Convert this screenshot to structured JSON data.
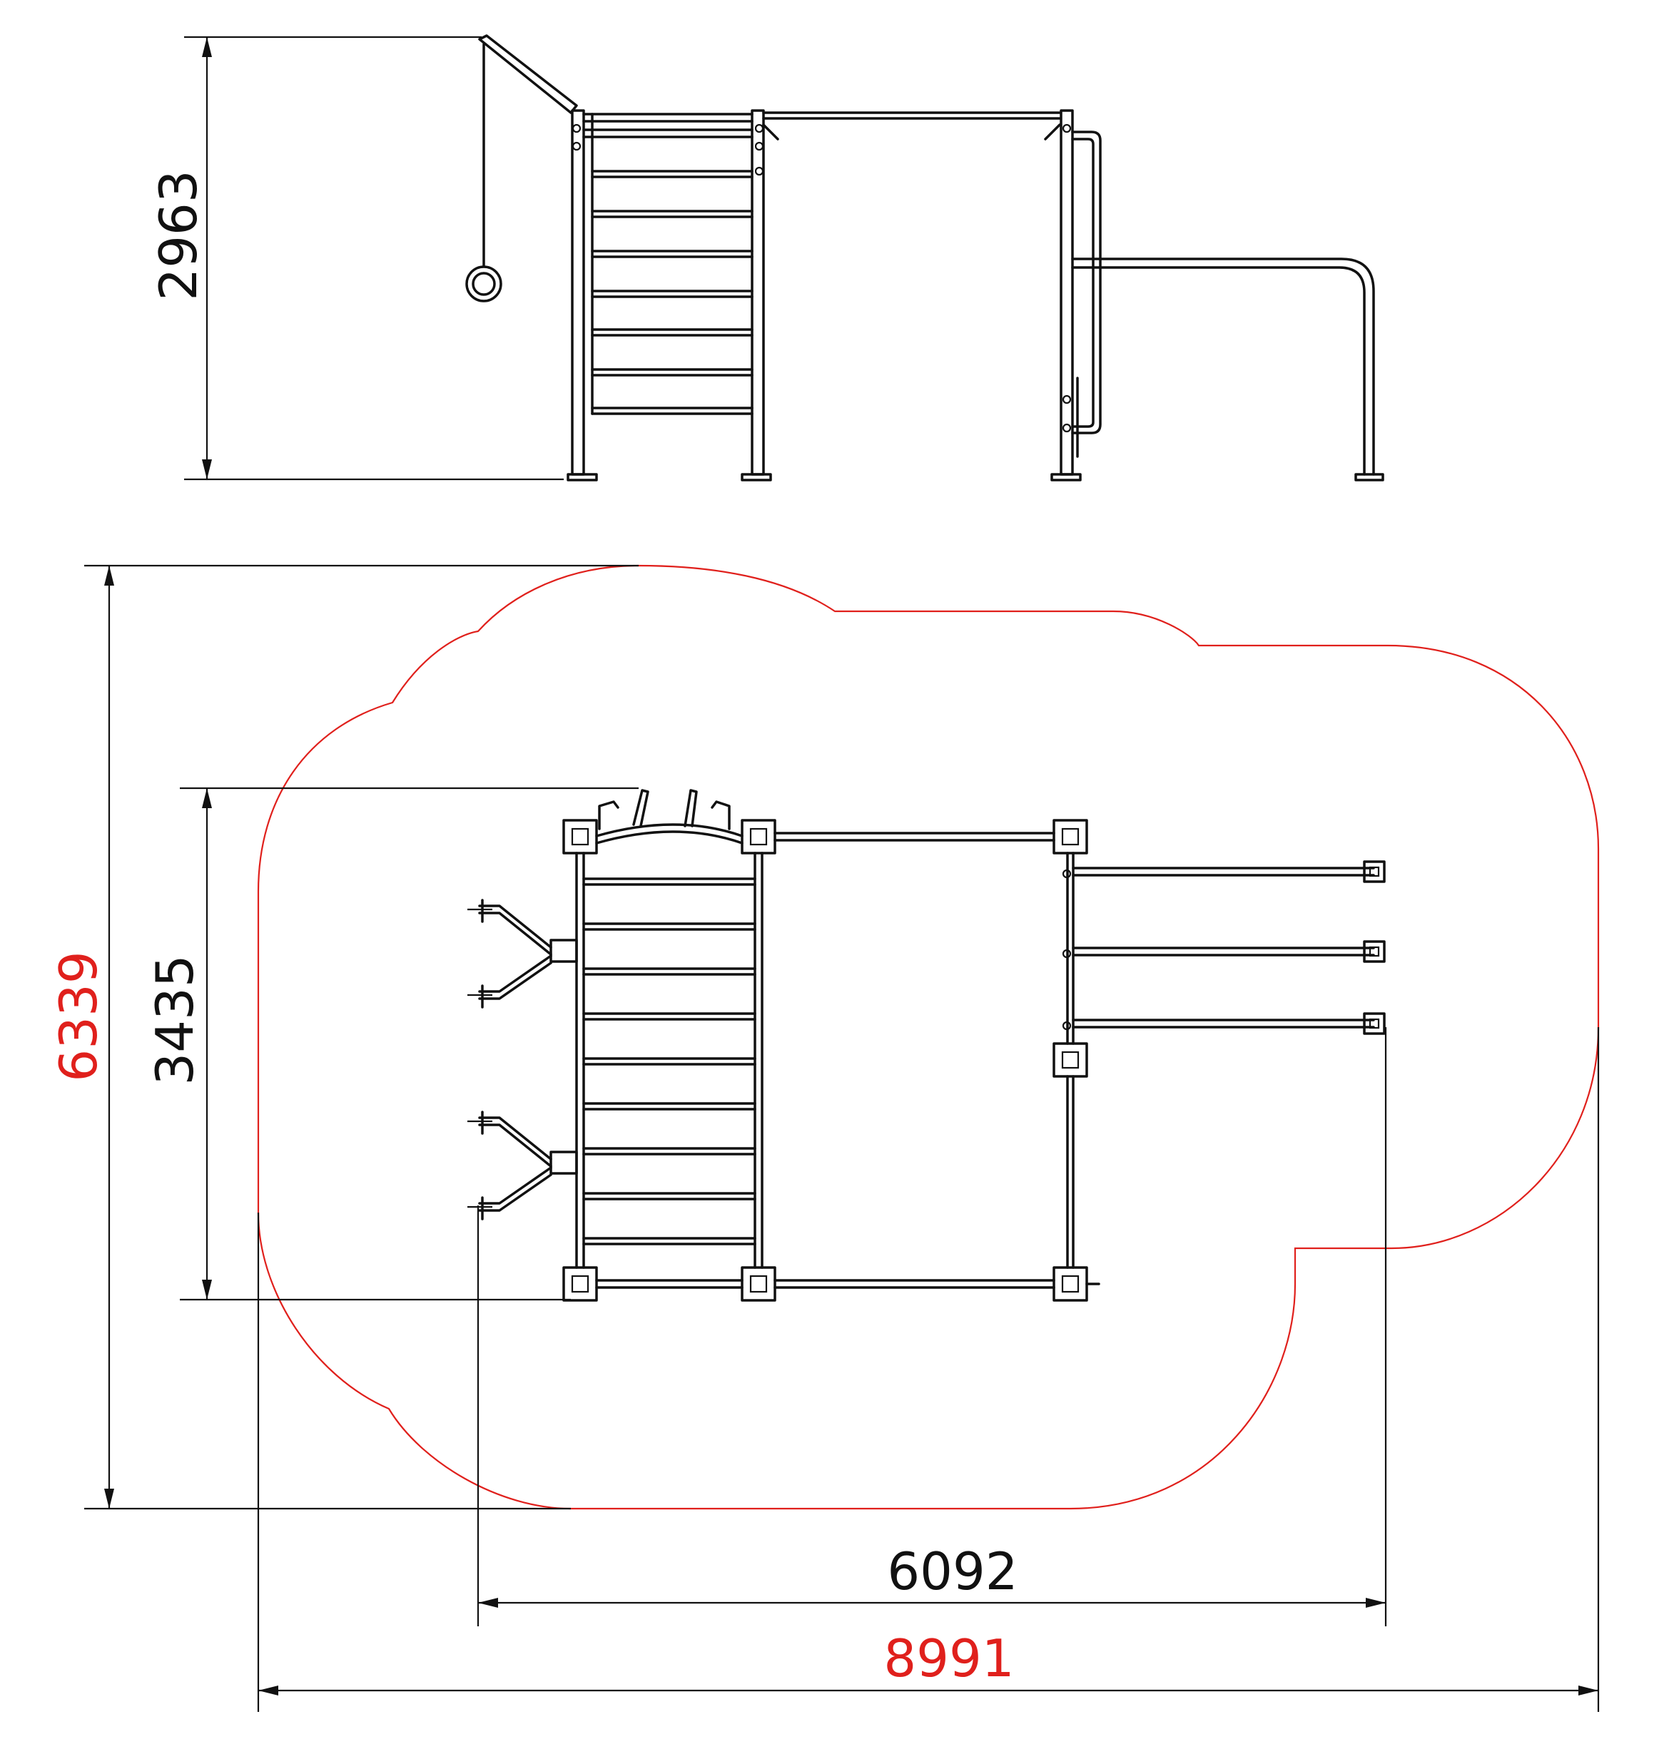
{
  "dimensions": {
    "height": "2963",
    "play_area_depth": "6339",
    "structure_depth": "3435",
    "structure_width": "6092",
    "play_area_width": "8991"
  },
  "colors": {
    "line": "#111111",
    "safety_zone": "#e0201c",
    "background": "#ffffff"
  }
}
